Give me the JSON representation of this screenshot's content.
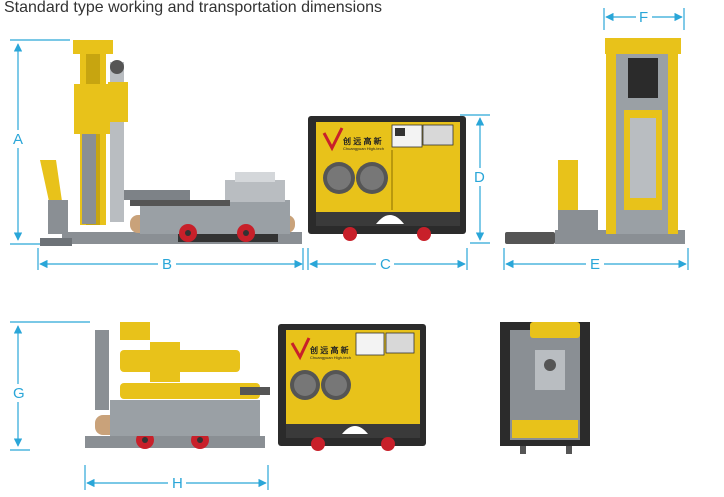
{
  "title": "Standard type working and transportation dimensions",
  "dimensions": {
    "A": "A",
    "B": "B",
    "C": "C",
    "D": "D",
    "E": "E",
    "F": "F",
    "G": "G",
    "H": "H"
  },
  "colors": {
    "machine_yellow": "#e8c21a",
    "dimension_line": "#2aa6d8",
    "frame_gray": "#8a8f94",
    "dark": "#2b2b2b",
    "wheel_red": "#c8202a",
    "pad_tan": "#c9a27a"
  }
}
